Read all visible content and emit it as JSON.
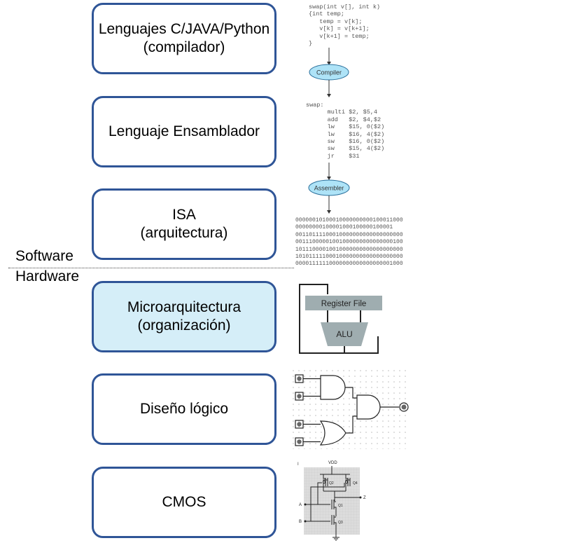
{
  "layers": [
    {
      "line1": "Lenguajes C/JAVA/Python",
      "line2": "(compilador)"
    },
    {
      "line1": "Lenguaje Ensamblador",
      "line2": ""
    },
    {
      "line1": "ISA",
      "line2": "(arquitectura)"
    },
    {
      "line1": "Microarquitectura",
      "line2": "(organización)"
    },
    {
      "line1": "Diseño lógico",
      "line2": ""
    },
    {
      "line1": "CMOS",
      "line2": ""
    }
  ],
  "divider": {
    "software": "Software",
    "hardware": "Hardware"
  },
  "illustrations": {
    "source_code": "swap(int v[], int k)\n{int temp;\n   temp = v[k];\n   v[k] = v[k+1];\n   v[k+1] = temp;\n}",
    "compiler_label": "Compiler",
    "assembly_code": "swap:\n      multi $2, $5,4\n      add   $2, $4,$2\n      lw    $15, 0($2)\n      lw    $16, 4($2)\n      sw    $16, 0($2)\n      sw    $15, 4($2)\n      jr    $31",
    "assembler_label": "Assembler",
    "binary_code": "00000010100010000000000100011000\n00000000100001000100000100001\n00110111100010000000000000000000\n00111000001001000000000000000100\n10111000010010000000000000000000\n10101111100010000000000000000000\n00001111110000000000000000001000",
    "register_file_label": "Register File",
    "alu_label": "ALU",
    "cmos_vdd": "VDD",
    "cmos_labels": {
      "q1": "Q1",
      "q2": "Q2",
      "q3": "Q3",
      "q4": "Q4",
      "a": "A",
      "b": "B",
      "z": "Z"
    }
  }
}
